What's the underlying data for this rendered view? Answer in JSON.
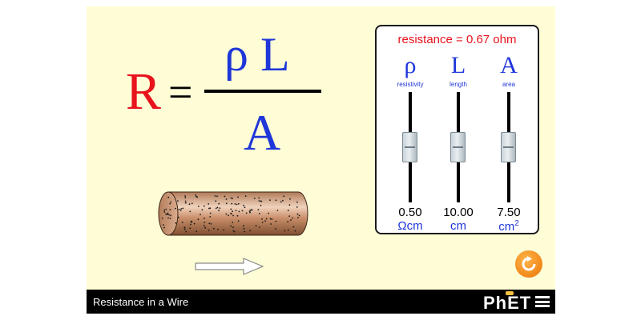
{
  "equation": {
    "lhs": "R",
    "equals": "=",
    "numerator_rho": "ρ",
    "numerator_L": "L",
    "denominator": "A"
  },
  "colors": {
    "R": "#e8131c",
    "rho": "#1f36d9",
    "L": "#1f36d9",
    "A": "#1f36d9",
    "background": "#fefdd6",
    "reset": "#f0881a"
  },
  "resistance": {
    "text": "resistance = 0.67 ohm",
    "value": 0.67,
    "unit": "ohm"
  },
  "sliders": [
    {
      "symbol": "ρ",
      "label": "resistivity",
      "value": "0.50",
      "unit": "Ωcm",
      "fraction": 0.5
    },
    {
      "symbol": "L",
      "label": "length",
      "value": "10.00",
      "unit": "cm",
      "fraction": 0.5
    },
    {
      "symbol": "A",
      "label": "area",
      "value": "7.50",
      "unit": "cm",
      "unit_sup": "2",
      "fraction": 0.5
    }
  ],
  "icons": {
    "reset": "reset-icon",
    "arrow": "current-arrow-icon",
    "wire": "wire-cylinder",
    "menu": "hamburger-menu-icon"
  },
  "navbar": {
    "title": "Resistance in a Wire",
    "logo": "PhET"
  }
}
